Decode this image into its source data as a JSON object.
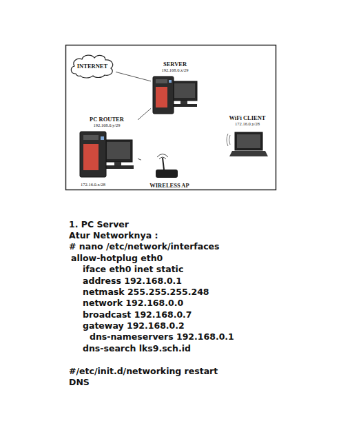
{
  "diagram": {
    "nodes": [
      {
        "text": [
          "INTERNET"
        ]
      },
      {
        "text": [
          "SERVER",
          "192.168.0.x/29"
        ]
      },
      {
        "text": [
          "PC ROUTER",
          "192.168.0.y/29"
        ]
      },
      {
        "text": [
          "WiFi CLIENT",
          "172.16.0.y/28"
        ]
      },
      {
        "text": [
          "WIRELESS AP"
        ]
      }
    ],
    "edges": [
      {
        "from": 0,
        "to": 1,
        "arrow": "none"
      },
      {
        "from": 1,
        "to": 2,
        "arrow": "none"
      },
      {
        "from": 2,
        "to": 4,
        "arrow": "none"
      }
    ],
    "labels": [
      "172.16.0.x/28",
      "1. PC Server",
      "Atur Networknya :",
      "# nano /etc/network/interfaces",
      "allow-hotplug eth0",
      "iface eth0 inet static",
      "address 192.168.0.1",
      "netmask 255.255.255.248",
      "network 192.168.0.0",
      "broadcast 192.168.0.7",
      "gateway 192.168.0.2",
      "dns-nameservers 192.168.0.1",
      "dns-search lks9.sch.id",
      "#/etc/init.d/networking restart",
      "DNS"
    ]
  }
}
